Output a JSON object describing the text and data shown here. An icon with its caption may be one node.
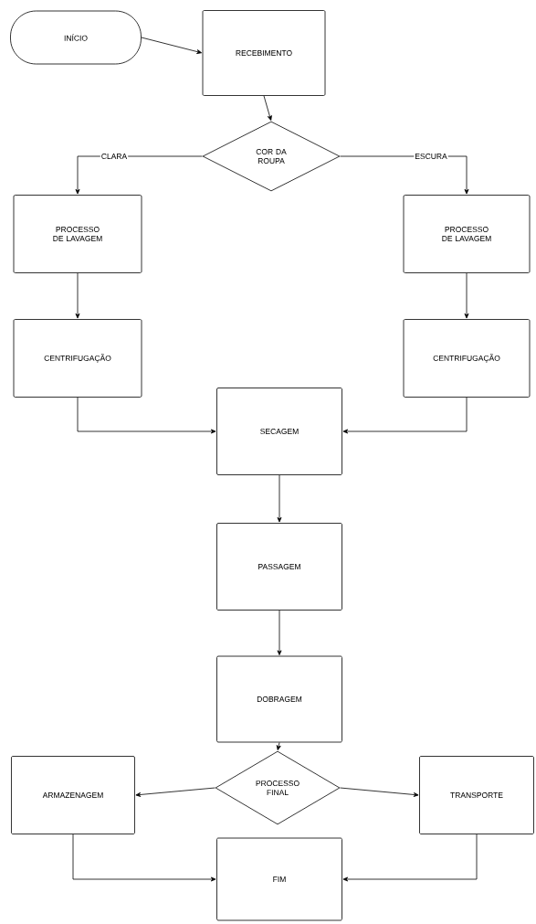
{
  "diagram": {
    "nodes": [
      {
        "text": [
          "INÍCIO"
        ]
      },
      {
        "text": [
          "RECEBIMENTO"
        ]
      },
      {
        "text": [
          "COR DA ROUPA"
        ]
      },
      {
        "text": [
          "PROCESSO DE LAVAGEM"
        ]
      },
      {
        "text": [
          "PROCESSO DE LAVAGEM"
        ]
      },
      {
        "text": [
          "CENTRIFUGAÇÃO"
        ]
      },
      {
        "text": [
          "CENTRIFUGAÇÃO"
        ]
      },
      {
        "text": [
          "SECAGEM"
        ]
      },
      {
        "text": [
          "PASSAGEM"
        ]
      },
      {
        "text": [
          "DOBRAGEM"
        ]
      },
      {
        "text": [
          "PROCESSO FINAL"
        ]
      },
      {
        "text": [
          "ARMAZENAGEM"
        ]
      },
      {
        "text": [
          "TRANSPORTE"
        ]
      },
      {
        "text": [
          "FIM"
        ]
      }
    ],
    "edges": [
      {
        "from": 0,
        "to": 1,
        "arrow": "to"
      },
      {
        "from": 1,
        "to": 2,
        "arrow": "to"
      },
      {
        "from": 2,
        "to": 3,
        "arrow": "to",
        "label": "CLARA"
      },
      {
        "from": 2,
        "to": 4,
        "arrow": "to",
        "label": "ESCURA"
      },
      {
        "from": 3,
        "to": 5,
        "arrow": "to"
      },
      {
        "from": 4,
        "to": 6,
        "arrow": "to"
      },
      {
        "from": 5,
        "to": 7,
        "arrow": "to"
      },
      {
        "from": 6,
        "to": 7,
        "arrow": "to"
      },
      {
        "from": 7,
        "to": 8,
        "arrow": "to"
      },
      {
        "from": 8,
        "to": 9,
        "arrow": "to"
      },
      {
        "from": 9,
        "to": 10,
        "arrow": "to"
      },
      {
        "from": 10,
        "to": 11,
        "arrow": "to"
      },
      {
        "from": 10,
        "to": 12,
        "arrow": "to"
      },
      {
        "from": 11,
        "to": 13,
        "arrow": "to"
      },
      {
        "from": 12,
        "to": 13,
        "arrow": "to"
      }
    ]
  }
}
